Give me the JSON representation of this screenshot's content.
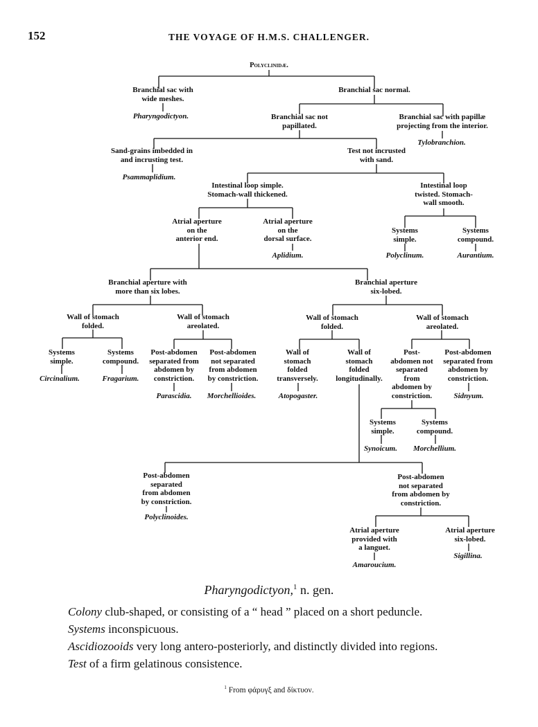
{
  "header": {
    "page_number": "152",
    "running_title": "THE VOYAGE OF H.M.S. CHALLENGER."
  },
  "tree": {
    "root": "Polyclinidæ.",
    "n1": "Branchial sac with\nwide meshes.",
    "g1": "Pharyngodictyon.",
    "n2": "Branchial sac normal.",
    "n3": "Branchial sac not\npapillated.",
    "n4": "Branchial sac with papillæ\nprojecting from the interior.",
    "g4": "Tylobranchion.",
    "n5": "Sand-grains imbedded in\nand incrusting test.",
    "g5": "Psammaplidium.",
    "n6": "Test not incrusted\nwith sand.",
    "n7": "Intestinal loop simple.\nStomach-wall thickened.",
    "n8": "Intestinal loop\ntwisted.  Stomach-\nwall smooth.",
    "n9": "Atrial aperture\non the\nanterior end.",
    "n10": "Atrial aperture\non the\ndorsal surface.",
    "g10": "Aplidium.",
    "n11": "Systems\nsimple.",
    "g11": "Polyclinum.",
    "n12": "Systems\ncompound.",
    "g12": "Aurantium.",
    "n13": "Branchial aperture with\nmore than six lobes.",
    "n14": "Branchial aperture\nsix-lobed.",
    "n15": "Wall of stomach\nfolded.",
    "n16": "Wall of stomach\nareolated.",
    "n17": "Wall of stomach\nfolded.",
    "n18": "Wall of stomach\nareolated.",
    "n19": "Systems\nsimple.",
    "g19": "Circinalium.",
    "n20": "Systems\ncompound.",
    "g20": "Fragarium.",
    "n21": "Post-abdomen\nseparated from\nabdomen by\nconstriction.",
    "g21": "Parascidia.",
    "n22": "Post-abdomen\nnot separated\nfrom abdomen\nby constriction.",
    "g22": "Morchellioides.",
    "n23": "Wall of\nstomach\nfolded\ntransversely.",
    "g23": "Atopogaster.",
    "n24": "Wall of\nstomach\nfolded\nlongitudinally.",
    "n25": "Post-\nabdomen not\nseparated\nfrom\nabdomen by\nconstriction.",
    "n26": "Post-abdomen\nseparated from\nabdomen by\nconstriction.",
    "g26": "Sidnyum.",
    "n27": "Systems\nsimple.",
    "g27": "Synoicum.",
    "n28": "Systems\ncompound.",
    "g28": "Morchellium.",
    "n29": "Post-abdomen\nseparated\nfrom abdomen\nby constriction.",
    "g29": "Polyclinoides.",
    "n30": "Post-abdomen\nnot separated\nfrom abdomen by\nconstriction.",
    "n31": "Atrial aperture\nprovided with\na languet.",
    "g31": "Amaroucium.",
    "n32": "Atrial aperture\nsix-lobed.",
    "g32": "Sigillina."
  },
  "description": {
    "heading_genus": "Pharyngodictyon,",
    "heading_note": "1",
    "heading_rest": " n. gen.",
    "paragraphs": [
      {
        "term": "Colony",
        "text": " club-shaped, or consisting of a “ head ” placed on a short peduncle."
      },
      {
        "term": "Systems",
        "text": " inconspicuous."
      },
      {
        "term": "Ascidiozooids",
        "text": " very long antero-posteriorly, and distinctly divided into regions."
      },
      {
        "term": "Test",
        "text": " of a firm gelatinous consistence."
      }
    ],
    "footnote_mark": "1",
    "footnote_text": " From φάρυγξ and δίκτυον."
  }
}
